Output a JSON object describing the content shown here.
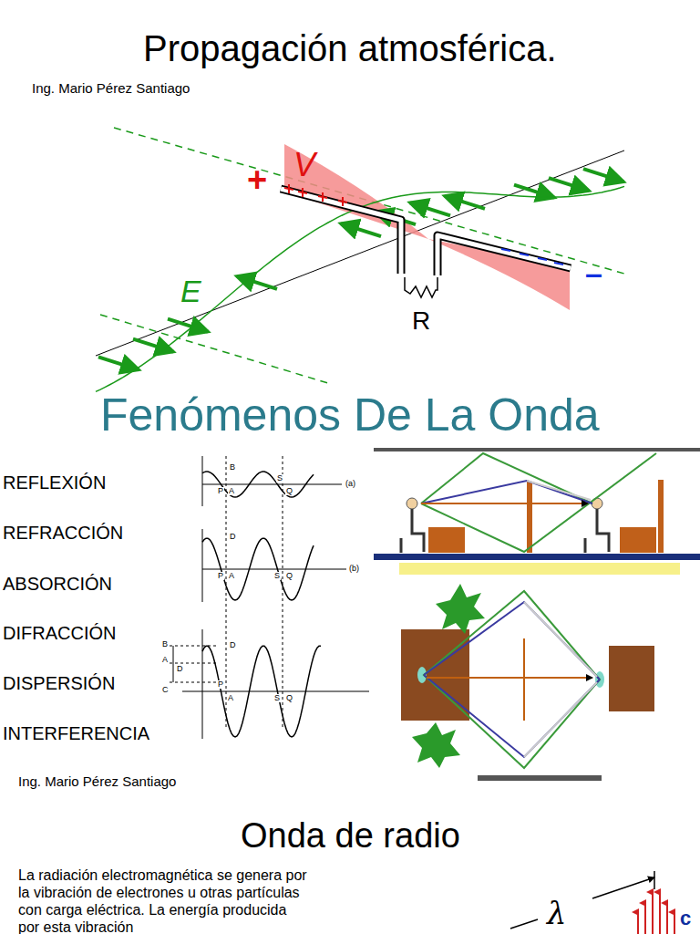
{
  "diagram": {
    "title": "Propagación atmosférica.",
    "labels": [
      "Ing. Mario Pérez Santiago",
      "+",
      "V",
      "E",
      "R",
      "–",
      "Fenómenos De La Onda",
      "REFLEXIÓN",
      "REFRACCIÓN",
      "ABSORCIÓN",
      "DIFRACCIÓN",
      "DISPERSIÓN",
      "INTERFERENCIA",
      "B",
      "P",
      "A",
      "S",
      "Q",
      "(a)",
      "D",
      "P",
      "A",
      "S",
      "Q",
      "(b)",
      "B",
      "A",
      "D",
      "C",
      "D",
      "P",
      "A",
      "S",
      "Q",
      "Ing. Mario Pérez Santiago",
      "Onda de radio",
      "La radiación electromagnética se genera por la vibración de electrones u otras partículas con carga eléctrica. La energía producida por esta vibración",
      "λ",
      "c"
    ]
  }
}
